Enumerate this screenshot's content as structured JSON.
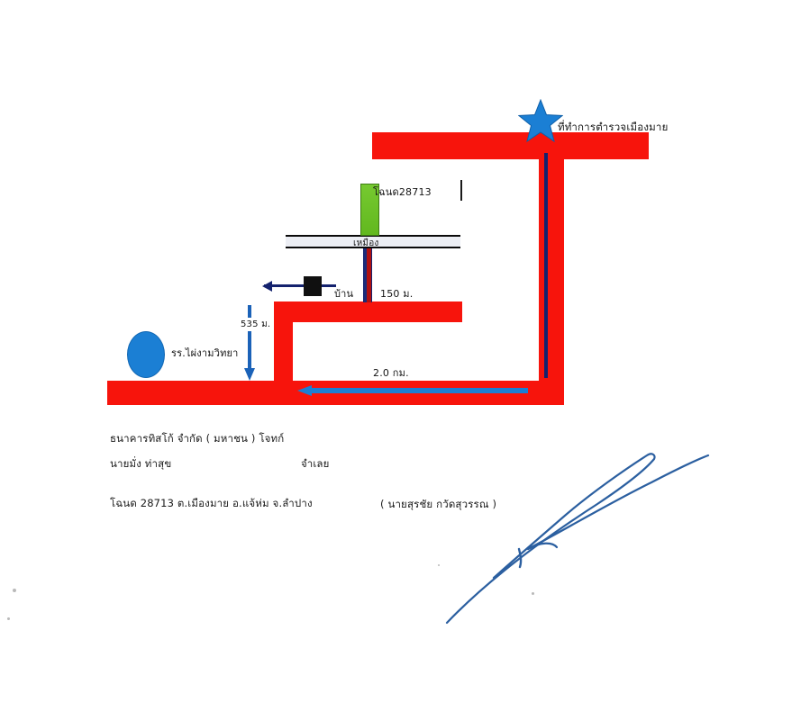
{
  "document": {
    "type": "hand-annotated location sketch map",
    "background_color": "#ffffff"
  },
  "colors": {
    "road": "#f7140c",
    "plot": "#6fc22a",
    "water_blue": "#1b7fd4",
    "ink_blue": "#14226e",
    "signature_blue": "#2b5fa0",
    "canal_fill": "#eceef4",
    "house": "#101010"
  },
  "map": {
    "labels": {
      "police_station": "ที่ทำการตำรวจเมืองมาย",
      "title_deed": "โฉนด28713",
      "canal": "เหมือง",
      "house": "บ้าน",
      "distance_150m": "150 ม.",
      "distance_535m": "535 ม.",
      "distance_2km": "2.0 กม.",
      "school": "รร.ไผ่งามวิทยา"
    },
    "icons": {
      "star": "star-icon",
      "school_marker": "school-circle-icon",
      "house_marker": "house-block-icon",
      "direction_arrow_left": "arrow-left-icon",
      "direction_arrow_down": "arrow-down-icon",
      "direction_arrow_bottom": "arrow-left-icon"
    }
  },
  "caption": {
    "line1": "ธนาคารทิสโก้ จำกัด ( มหาชน )    โจทก์",
    "line1_party": "โจทก์",
    "line2": "นายมั่ง ท่าสุข",
    "line2_party": "จำเลย",
    "line3": "โฉนด 28713 ต.เมืองมาย อ.แจ้ห่ม จ.ลำปาง",
    "signer": "(  นายสุรชัย  กวัดสุวรรณ  )"
  }
}
